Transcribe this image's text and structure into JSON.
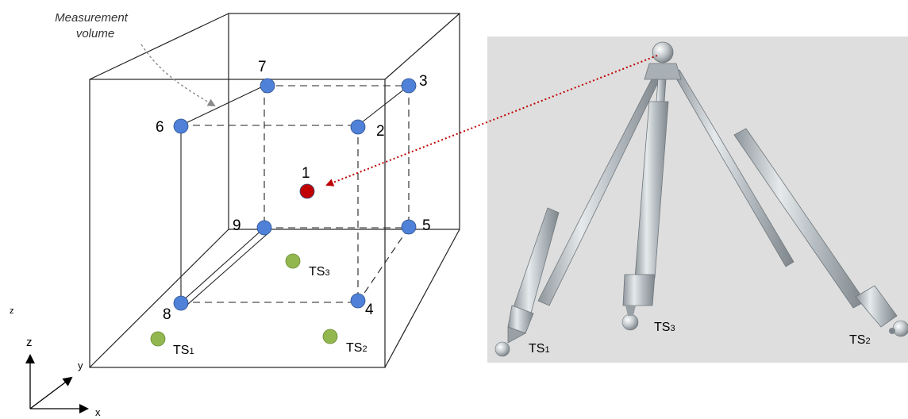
{
  "annotation": {
    "line1": "Measurement",
    "line2": "volume"
  },
  "points": [
    {
      "label": "1",
      "color": "#c00000"
    },
    {
      "label": "2",
      "color": "#4f81d8"
    },
    {
      "label": "3",
      "color": "#4f81d8"
    },
    {
      "label": "4",
      "color": "#4f81d8"
    },
    {
      "label": "5",
      "color": "#4f81d8"
    },
    {
      "label": "6",
      "color": "#4f81d8"
    },
    {
      "label": "7",
      "color": "#4f81d8"
    },
    {
      "label": "8",
      "color": "#4f81d8"
    },
    {
      "label": "9",
      "color": "#4f81d8"
    }
  ],
  "sensors": [
    {
      "base": "TS",
      "sub": "1",
      "color": "#92b74f"
    },
    {
      "base": "TS",
      "sub": "2",
      "color": "#92b74f"
    },
    {
      "base": "TS",
      "sub": "3",
      "color": "#92b74f"
    }
  ],
  "axes": {
    "z": "z",
    "y": "y",
    "x": "x",
    "stray_z": "z"
  },
  "tripod": {
    "leg1": {
      "base": "TS",
      "sub": "1"
    },
    "leg2": {
      "base": "TS",
      "sub": "2"
    },
    "leg3": {
      "base": "TS",
      "sub": "3"
    },
    "background": "#dedede"
  },
  "colors": {
    "arrow": "#c00000"
  }
}
